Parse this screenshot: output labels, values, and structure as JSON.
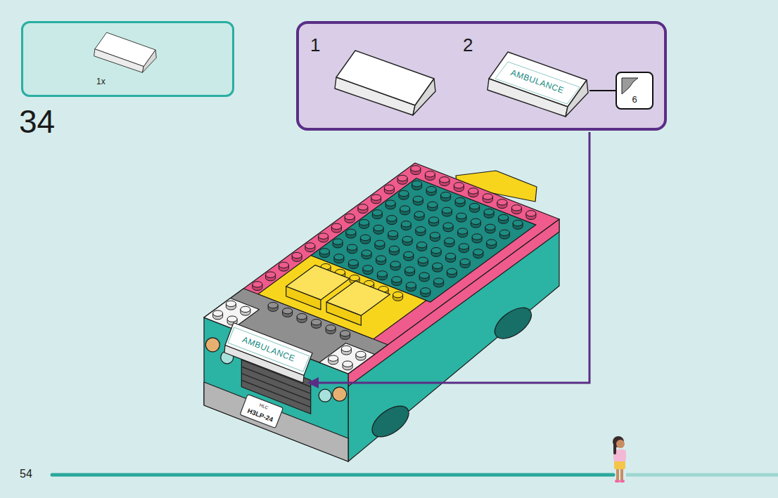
{
  "diagram": {
    "nodes": [
      {
        "text": [
          "1x"
        ]
      },
      {
        "text": [
          "1",
          "2"
        ]
      },
      {
        "text": [
          "AMBULANCE"
        ],
        "in": 1
      },
      {
        "text": [
          "6"
        ],
        "in": 1
      }
    ],
    "edges": [
      {
        "from": 3,
        "to": 2,
        "arrow": "none"
      }
    ],
    "labels": [
      "34",
      "AMBULANCE",
      "HLC",
      "H3LP-24",
      "54"
    ]
  }
}
